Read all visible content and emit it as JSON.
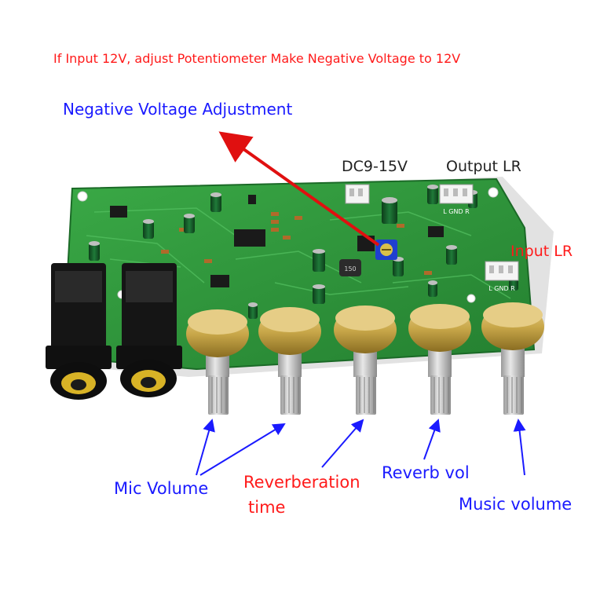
{
  "annotations": {
    "top_note": "If Input 12V, adjust Potentiometer Make Negative Voltage to 12V",
    "negative_voltage": "Negative Voltage Adjustment",
    "dc_input": "DC9-15V",
    "output_lr": "Output LR",
    "input_lr": "Input LR",
    "mic_volume": "Mic Volume",
    "reverberation_time_line1": "Reverberation",
    "reverberation_time_line2": "time",
    "reverb_vol": "Reverb vol",
    "music_volume": "Music volume"
  },
  "colors": {
    "pcb_green": "#2f9a3c",
    "annotation_red": "#ff1a1a",
    "annotation_blue": "#1a1aff",
    "arrow_red": "#e01010",
    "knob_brass": "#c9a84a"
  },
  "board_details": {
    "silkscreen_output": "L GND R",
    "silkscreen_input": "L GND R",
    "inductor_marking": "150"
  }
}
